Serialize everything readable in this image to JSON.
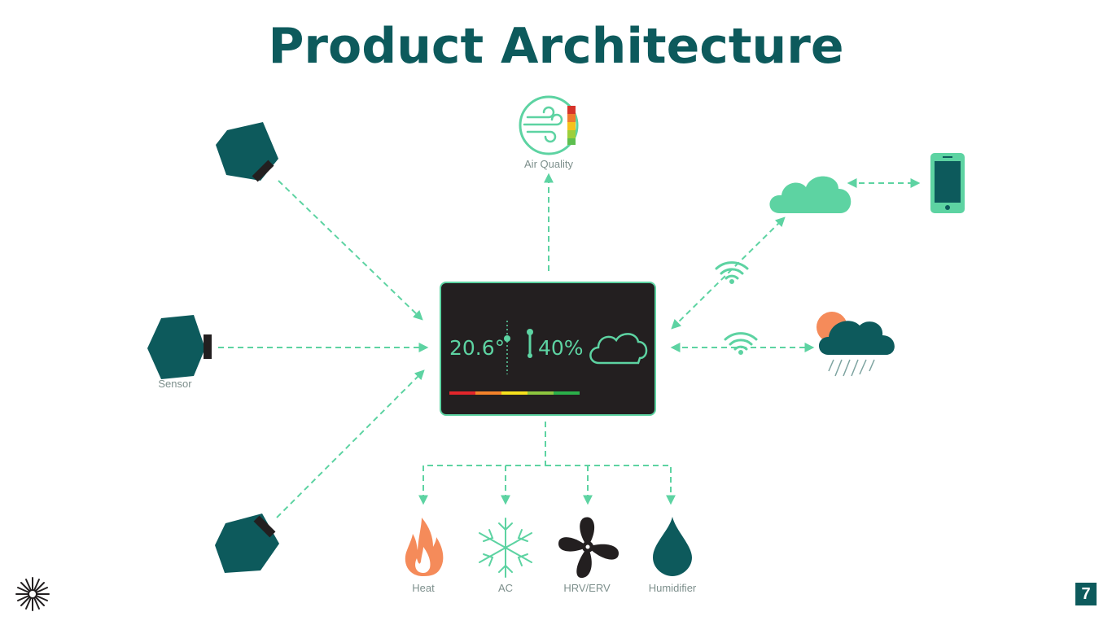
{
  "title": "Product Architecture",
  "page_number": "7",
  "colors": {
    "primary": "#0d5a5c",
    "accent": "#5dd3a2",
    "display_bg": "#231f20",
    "heat": "#f58b5a",
    "arrow": "#5dd3a2"
  },
  "labels": {
    "air_quality": "Air Quality",
    "sensor": "Sensor",
    "heat": "Heat",
    "ac": "AC",
    "hrv_erv": "HRV/ERV",
    "humidifier": "Humidifier"
  },
  "display": {
    "temperature": "20.6°",
    "humidity": "40%"
  },
  "icons": {
    "logo": "snowflake-logo-icon",
    "cloud": "cloud-icon",
    "phone": "smartphone-icon",
    "weather": "rain-cloud-sun-icon",
    "wifi": "wifi-icon"
  }
}
